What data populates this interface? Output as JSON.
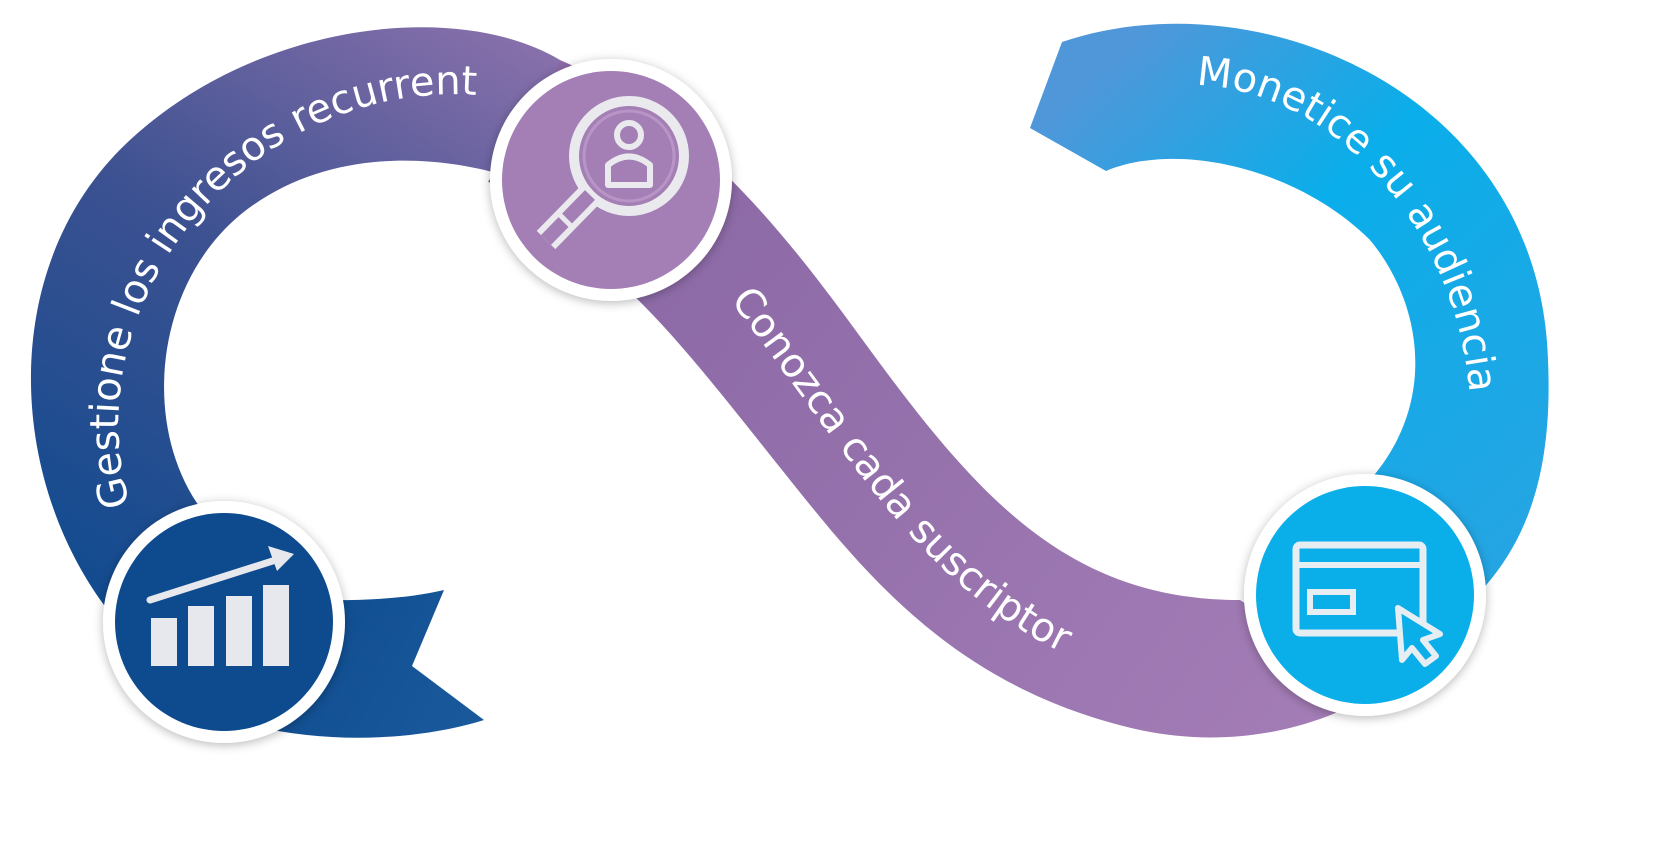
{
  "labels": {
    "manage": "Gestione los ingresos recurrentes",
    "know": "Conozca cada suscriptor",
    "monetize": "Monetice su audiencia"
  },
  "nodes": [
    {
      "id": "manage",
      "icon": "bar-chart-trend-icon",
      "color": "#0d4a8e"
    },
    {
      "id": "know",
      "icon": "magnifier-person-icon",
      "color": "#a47fb5"
    },
    {
      "id": "monetize",
      "icon": "browser-window-cursor-icon",
      "color": "#0aafea"
    }
  ],
  "colors": {
    "navy": "#0d4a8e",
    "indigo": "#3d528f",
    "purple": "#8a70ab",
    "lilac": "#a47fb5",
    "sky": "#38a1e0",
    "cyan": "#0aafea",
    "white": "#ffffff"
  }
}
